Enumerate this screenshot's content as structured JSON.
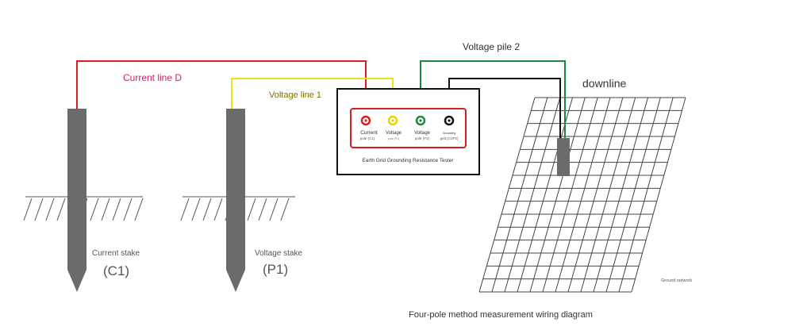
{
  "labels": {
    "current_line": "Current line D",
    "voltage_line_1": "Voltage line 1",
    "voltage_pile_2": "Voltage pile 2",
    "downline": "downline",
    "current_stake": "Current stake",
    "current_stake_code": "(C1)",
    "voltage_stake": "Voltage stake",
    "voltage_stake_code": "(P1)",
    "ground_network": "Ground network",
    "caption": "Four-pole method measurement wiring diagram"
  },
  "tester": {
    "title": "Earth Grid Grounding Resistance Tester",
    "terminals": [
      {
        "line1": "Current",
        "line2": "pole (C1)",
        "color": "#d81e1e"
      },
      {
        "line1": "Voltage",
        "line2": "pole (P1)",
        "color": "#e6d400"
      },
      {
        "line1": "Voltage",
        "line2": "pole (P2)",
        "color": "#1a8a3a"
      },
      {
        "line1": "Grounding",
        "line2": "grid (C2P2)",
        "color": "#111111"
      }
    ]
  },
  "colors": {
    "current_wire": "#d81e1e",
    "voltage_wire_1": "#f0e21a",
    "voltage_wire_2": "#1a8a3a",
    "ground_wire": "#111111",
    "current_text": "#d0206a",
    "voltage_text": "#7a7200",
    "stake": "#6b6b6b",
    "tester_panel": "#d81e1e"
  }
}
